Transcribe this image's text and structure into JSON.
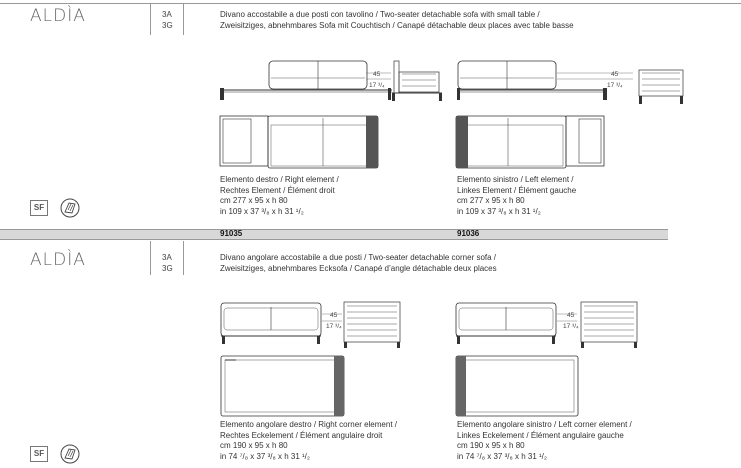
{
  "section1": {
    "brand": "ALDÌA",
    "codes": [
      "3A",
      "3G"
    ],
    "desc_line1": "Divano accostabile a due posti con tavolino / Two-seater detachable sofa with small table /",
    "desc_line2": "Zweisitziges, abnehmbares Sofa mit Couchtisch / Canapé détachable deux places avec table basse",
    "left": {
      "dim_h": "45",
      "dim_in": "17 ³/₄",
      "lines": [
        "Elemento destro / Right element /",
        "Rechtes Element / Élément droit",
        "cm 277 x 95 x h 80",
        "in 109 x 37 ³/₈ x h 31 ¹/₂"
      ],
      "article": "91035"
    },
    "right": {
      "dim_h": "45",
      "dim_in": "17 ³/₄",
      "lines": [
        "Elemento sinistro / Left element /",
        "Linkes Element / Élément gauche",
        "cm 277 x 95 x h 80",
        "in 109 x 37 ³/₈ x h 31 ¹/₂"
      ],
      "article": "91036"
    },
    "badge": "SF"
  },
  "section2": {
    "brand": "ALDÌA",
    "codes": [
      "3A",
      "3G"
    ],
    "desc_line1": "Divano angolare accostabile a due posti / Two-seater detachable corner sofa /",
    "desc_line2": "Zweisitziges, abnehmbares Ecksofa / Canapé d’angle détachable deux places",
    "left": {
      "dim_h": "45",
      "dim_in": "17 ³/₄",
      "lines": [
        "Elemento angolare destro / Right corner element /",
        "Rechtes Eckelement / Élément angulaire droit",
        "cm 190 x 95 x h 80",
        "in 74 ⁷/₈ x 37 ³/₈ x h 31 ¹/₂"
      ]
    },
    "right": {
      "dim_h": "45",
      "dim_in": "17 ³/₄",
      "lines": [
        "Elemento angolare sinistro / Left corner element /",
        "Linkes Eckelement / Élément angulaire gauche",
        "cm 190 x 95 x h 80",
        "in 74 ⁷/₈ x 37 ³/₈ x h 31 ¹/₂"
      ]
    },
    "badge": "SF"
  }
}
